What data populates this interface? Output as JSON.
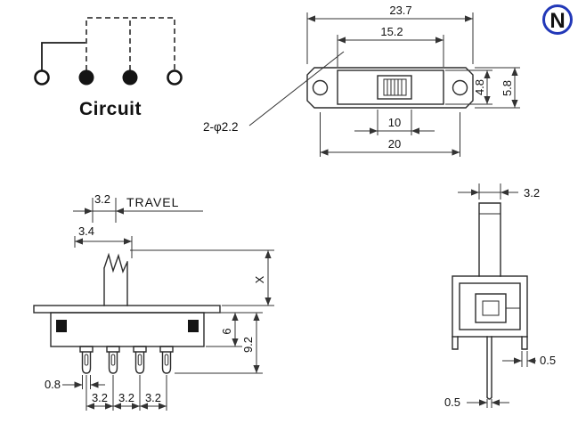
{
  "page": {
    "background": "#ffffff"
  },
  "logo": {
    "letter": "N",
    "color": "#2238b8"
  },
  "circuit": {
    "label": "Circuit"
  },
  "top_view": {
    "overall_width": "23.7",
    "body_width": "15.2",
    "body_height": "4.8",
    "flange_height": "5.8",
    "slider_width": "10",
    "hole_pitch": "20",
    "hole_callout": "2-φ2.2"
  },
  "front_view": {
    "travel_width": "3.2",
    "travel_label": "TRAVEL",
    "knob_width": "3.4",
    "knob_height": "X",
    "body_height": "6",
    "overall_height": "9.2",
    "pin_width": "0.8",
    "pin_pitches": [
      "3.2",
      "3.2",
      "3.2"
    ]
  },
  "side_view": {
    "knob_thickness": "3.2",
    "frame_thickness": "0.5",
    "pin_thickness": "0.5"
  }
}
